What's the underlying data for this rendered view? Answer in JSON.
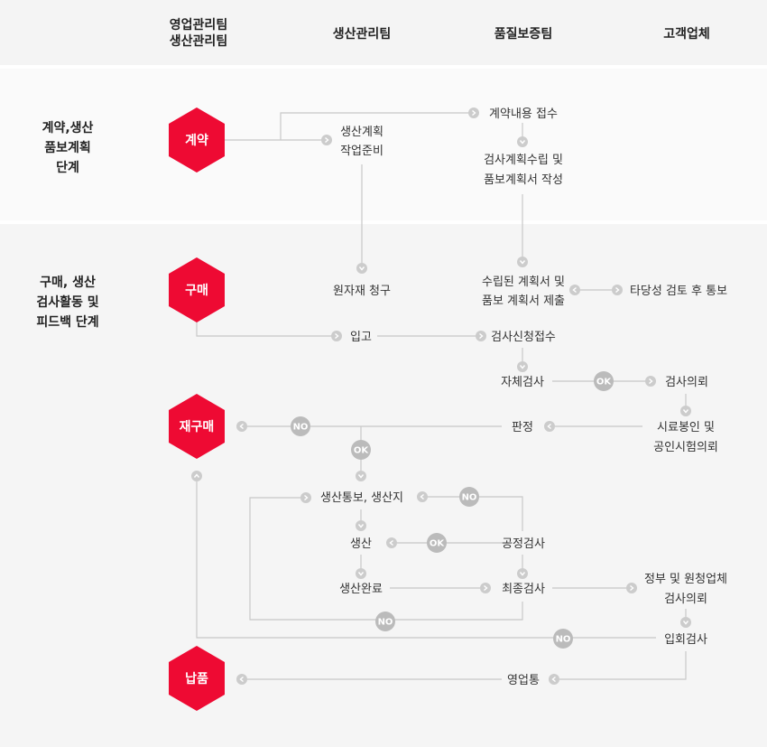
{
  "header": {
    "columns": [
      "영업관리팀",
      "생산관리팀",
      "생산관리팀",
      "품질보증팀",
      "고객업체"
    ]
  },
  "stages": {
    "contract": [
      "계약,생산",
      "품보계획",
      "단계"
    ],
    "purchase": [
      "구매, 생산",
      "검사활동 및",
      "피드백 단계"
    ]
  },
  "milestones": {
    "contract": "계약",
    "purchase": "구매",
    "repurchase": "재구매",
    "delivery": "납품"
  },
  "nodes": {
    "contract_receipt": "계약내용 접수",
    "production_plan": [
      "생산계획",
      "작업준비"
    ],
    "inspection_plan": [
      "검사계획수립 및",
      "품보계획서 작성"
    ],
    "material_request": "원자재 청구",
    "plan_submit": [
      "수립된 계획서 및",
      "품보 계획서 제출"
    ],
    "review_notice": "타당성 검토 후 통보",
    "receiving": "입고",
    "inspection_request_receipt": "검사신청접수",
    "self_inspection": "자체검사",
    "inspection_request": "검사의뢰",
    "judgement": "판정",
    "sample_seal": [
      "시료봉인 및",
      "공인시험의뢰"
    ],
    "production_notice": "생산통보, 생산지",
    "production": "생산",
    "process_inspection": "공정검사",
    "production_complete": "생산완료",
    "final_inspection": "최종검사",
    "gov_request": [
      "정부 및 원청업체",
      "검사의뢰"
    ],
    "witness_inspection": "입회검사",
    "sales_notice": "영업통"
  },
  "badges": {
    "ok": "OK",
    "no": "NO"
  },
  "colors": {
    "accent": "#ee0a33",
    "line": "#c8c8c8",
    "badge": "#bbbbbb",
    "arrow": "#cccccc"
  }
}
